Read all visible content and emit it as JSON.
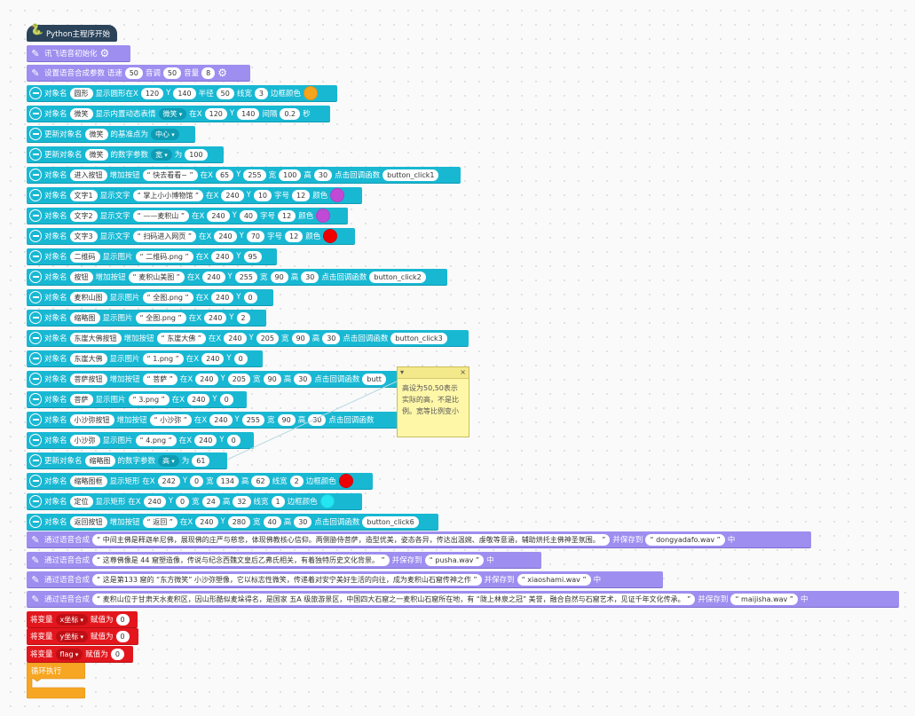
{
  "colors": {
    "cyan": "#18b8d3",
    "purple": "#9e8ef0",
    "red": "#e3161d",
    "orange": "#f6a623",
    "dark": "#2a4359"
  },
  "start": {
    "label": "Python主程序开始",
    "icon": "python-icon"
  },
  "init": {
    "label": "讯飞语音初始化",
    "icon": "gear-icon"
  },
  "tts": {
    "label": "设置语音合成参数 语速",
    "speed": "50",
    "pitch_label": "音调",
    "pitch": "50",
    "volume_label": "音量",
    "volume": "8"
  },
  "b1": {
    "a": "对象名",
    "obj": "圆形",
    "b": "显示圆形在X",
    "x": "120",
    "y_l": "Y",
    "y": "140",
    "r_l": "半径",
    "r": "50",
    "w_l": "线宽",
    "w": "3",
    "c_l": "边框颜色",
    "color": "#f6a41c"
  },
  "b2": {
    "a": "对象名",
    "obj": "微笑",
    "b": "显示内置动态表情",
    "emo": "微笑",
    "c": "在X",
    "x": "120",
    "y_l": "Y",
    "y": "140",
    "i_l": "间隔",
    "i": "0.2",
    "s": "秒"
  },
  "b3": {
    "a": "更新对象名",
    "obj": "微笑",
    "b": "的基准点为",
    "v": "中心"
  },
  "b4": {
    "a": "更新对象名",
    "obj": "微笑",
    "b": "的数字参数",
    "p": "宽",
    "c": "为",
    "v": "100"
  },
  "b5": {
    "a": "对象名",
    "obj": "进入按钮",
    "b": "增加按钮",
    "t": "快去看看~",
    "c": "在X",
    "x": "65",
    "y_l": "Y",
    "y": "255",
    "w_l": "宽",
    "w": "100",
    "h_l": "高",
    "h": "30",
    "f_l": "点击回调函数",
    "f": "button_click1"
  },
  "b6": {
    "a": "对象名",
    "obj": "文字1",
    "b": "显示文字",
    "t": "掌上小小博物馆",
    "c": "在X",
    "x": "240",
    "y_l": "Y",
    "y": "10",
    "s_l": "字号",
    "s": "12",
    "col_l": "颜色",
    "color": "#c04ad6"
  },
  "b7": {
    "a": "对象名",
    "obj": "文字2",
    "b": "显示文字",
    "t": "——麦积山",
    "c": "在X",
    "x": "240",
    "y_l": "Y",
    "y": "40",
    "s_l": "字号",
    "s": "12",
    "col_l": "颜色",
    "color": "#c04ad6"
  },
  "b8": {
    "a": "对象名",
    "obj": "文字3",
    "b": "显示文字",
    "t": "扫码进入网页",
    "c": "在X",
    "x": "240",
    "y_l": "Y",
    "y": "70",
    "s_l": "字号",
    "s": "12",
    "col_l": "颜色",
    "color": "#ee0000"
  },
  "b9": {
    "a": "对象名",
    "obj": "二维码",
    "b": "显示图片",
    "t": "二维码.png",
    "c": "在X",
    "x": "240",
    "y_l": "Y",
    "y": "95"
  },
  "b10": {
    "a": "对象名",
    "obj": "按钮",
    "b": "增加按钮",
    "t": "麦积山美图",
    "c": "在X",
    "x": "240",
    "y_l": "Y",
    "y": "255",
    "w_l": "宽",
    "w": "90",
    "h_l": "高",
    "h": "30",
    "f_l": "点击回调函数",
    "f": "button_click2"
  },
  "b11": {
    "a": "对象名",
    "obj": "麦积山图",
    "b": "显示图片",
    "t": "全图.png",
    "c": "在X",
    "x": "240",
    "y_l": "Y",
    "y": "0"
  },
  "b12": {
    "a": "对象名",
    "obj": "缩略图",
    "b": "显示图片",
    "t": "全图.png",
    "c": "在X",
    "x": "240",
    "y_l": "Y",
    "y": "2"
  },
  "b13": {
    "a": "对象名",
    "obj": "东崖大佛按钮",
    "b": "增加按钮",
    "t": "东崖大佛",
    "c": "在X",
    "x": "240",
    "y_l": "Y",
    "y": "205",
    "w_l": "宽",
    "w": "90",
    "h_l": "高",
    "h": "30",
    "f_l": "点击回调函数",
    "f": "button_click3"
  },
  "b14": {
    "a": "对象名",
    "obj": "东崖大佛",
    "b": "显示图片",
    "t": "1.png",
    "c": "在X",
    "x": "240",
    "y_l": "Y",
    "y": "0"
  },
  "b15": {
    "a": "对象名",
    "obj": "菩萨按钮",
    "b": "增加按钮",
    "t": "菩萨",
    "c": "在X",
    "x": "240",
    "y_l": "Y",
    "y": "205",
    "w_l": "宽",
    "w": "90",
    "h_l": "高",
    "h": "30",
    "f_l": "点击回调函数",
    "f": "butt"
  },
  "b16": {
    "a": "对象名",
    "obj": "菩萨",
    "b": "显示图片",
    "t": "3.png",
    "c": "在X",
    "x": "240",
    "y_l": "Y",
    "y": "0"
  },
  "b17": {
    "a": "对象名",
    "obj": "小沙弥按钮",
    "b": "增加按钮",
    "t": "小沙弥",
    "c": "在X",
    "x": "240",
    "y_l": "Y",
    "y": "255",
    "w_l": "宽",
    "w": "90",
    "h_l": "高",
    "h": "30",
    "f_l": "点击回调函数"
  },
  "b18": {
    "a": "对象名",
    "obj": "小沙弥",
    "b": "显示图片",
    "t": "4.png",
    "c": "在X",
    "x": "240",
    "y_l": "Y",
    "y": "0"
  },
  "b19": {
    "a": "更新对象名",
    "obj": "缩略图",
    "b": "的数字参数",
    "p": "高",
    "c": "为",
    "v": "61"
  },
  "b20": {
    "a": "对象名",
    "obj": "缩略图框",
    "b": "显示矩形 在X",
    "x": "242",
    "y_l": "Y",
    "y": "0",
    "w_l": "宽",
    "w": "134",
    "h_l": "高",
    "h": "62",
    "lw_l": "线宽",
    "lw": "2",
    "c_l": "边框颜色",
    "color": "#ee0000"
  },
  "b21": {
    "a": "对象名",
    "obj": "定位",
    "b": "显示矩形 在X",
    "x": "240",
    "y_l": "Y",
    "y": "0",
    "w_l": "宽",
    "w": "24",
    "h_l": "高",
    "h": "32",
    "lw_l": "线宽",
    "lw": "1",
    "c_l": "边框颜色",
    "color": "#22e6f2"
  },
  "b22": {
    "a": "对象名",
    "obj": "返回按钮",
    "b": "增加按钮",
    "t": "返回",
    "c": "在X",
    "x": "240",
    "y_l": "Y",
    "y": "280",
    "w_l": "宽",
    "w": "40",
    "h_l": "高",
    "h": "30",
    "f_l": "点击回调函数",
    "f": "button_click6"
  },
  "s1": {
    "a": "通过语音合成",
    "t": "中间主佛是释迦牟尼佛，展现佛的庄严与慈悲，体现佛教核心信仰。两侧胁侍菩萨，造型优美，姿态各异，传达出温婉、虔敬等意涵，辅助烘托主佛神圣氛围。",
    "b": "并保存到",
    "f": "dongyadafo.wav",
    "c": "中"
  },
  "s2": {
    "a": "通过语音合成",
    "t": "这尊佛像是 44 窟塑造像，传说与纪念西魏文皇后乙弗氏相关，有着独特历史文化背景。",
    "b": "并保存到",
    "f": "pusha.wav",
    "c": "中"
  },
  "s3": {
    "a": "通过语音合成",
    "t": "这是第133 窟的 “东方微笑” 小沙弥塑像，它以标志性微笑，传递着对安宁美好生活的向往，成为麦积山石窟传神之作",
    "b": "并保存到",
    "f": "xiaoshami.wav",
    "c": "中"
  },
  "s4": {
    "a": "通过语音合成",
    "t": "麦积山位于甘肃天水麦积区，因山形酷似麦垛得名，是国家 五A 级旅游景区，中国四大石窟之一麦积山石窟所在地，有 “陇上林泉之冠” 美誉，融合自然与石窟艺术，见证千年文化传承。",
    "b": "并保存到",
    "f": "maijisha.wav",
    "c": "中"
  },
  "v1": {
    "a": "将变量",
    "var": "x坐标",
    "b": "赋值为",
    "v": "0"
  },
  "v2": {
    "a": "将变量",
    "var": "y坐标",
    "b": "赋值为",
    "v": "0"
  },
  "v3": {
    "a": "将变量",
    "var": "flag",
    "b": "赋值为",
    "v": "0"
  },
  "loop": {
    "label": "循环执行"
  },
  "comment": {
    "text": "高设为50,50表示实际的高，不是比例。宽等比例变小",
    "collapse": "▾",
    "close": "×"
  }
}
